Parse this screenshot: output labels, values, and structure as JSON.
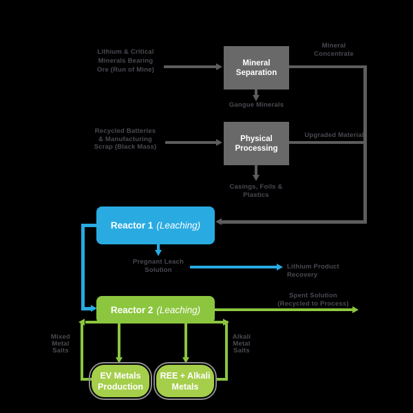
{
  "colors": {
    "background": "#000000",
    "gray_box": "#696969",
    "gray_line": "#5d5d5d",
    "blue": "#29abe2",
    "green": "#8cc63f",
    "green_light": "#a5ce4b",
    "small_text": "#4a4a52",
    "box_text": "#ffffff"
  },
  "boxes": {
    "mineral_separation": {
      "label": "Mineral\nSeparation"
    },
    "physical_processing": {
      "label": "Physical\nProcessing"
    },
    "reactor1": {
      "name": "Reactor 1",
      "suffix": "(Leaching)"
    },
    "reactor2": {
      "name": "Reactor 2",
      "suffix": "(Leaching)"
    },
    "ev_metals": {
      "label": "EV Metals\nProduction"
    },
    "ree_alkali": {
      "label": "REE + Alkali\nMetals"
    }
  },
  "annotations": {
    "ore_feed": "Lithium & Critical\nMinerals Bearing\nOre (Run of Mine)",
    "mineral_concentrate": "Mineral\nConcentrate",
    "gangue": "Gangue Minerals",
    "recycled_feed": "Recycled Batteries\n& Manufacturing\nScrap (Black Mass)",
    "upgraded_material": "Upgraded Material",
    "process_waste": "Casings, Foils &\nPlastics",
    "leach_solution": "Pregnant Leach\nSolution",
    "lithium_recovery": "Lithium Product Recovery",
    "spent_solution": "Spent Solution\n(Recycled to Process)",
    "mixed_salts": "Mixed\nMetal\nSalts",
    "alkali_salts": "Alkali\nMetal\nSalts"
  }
}
